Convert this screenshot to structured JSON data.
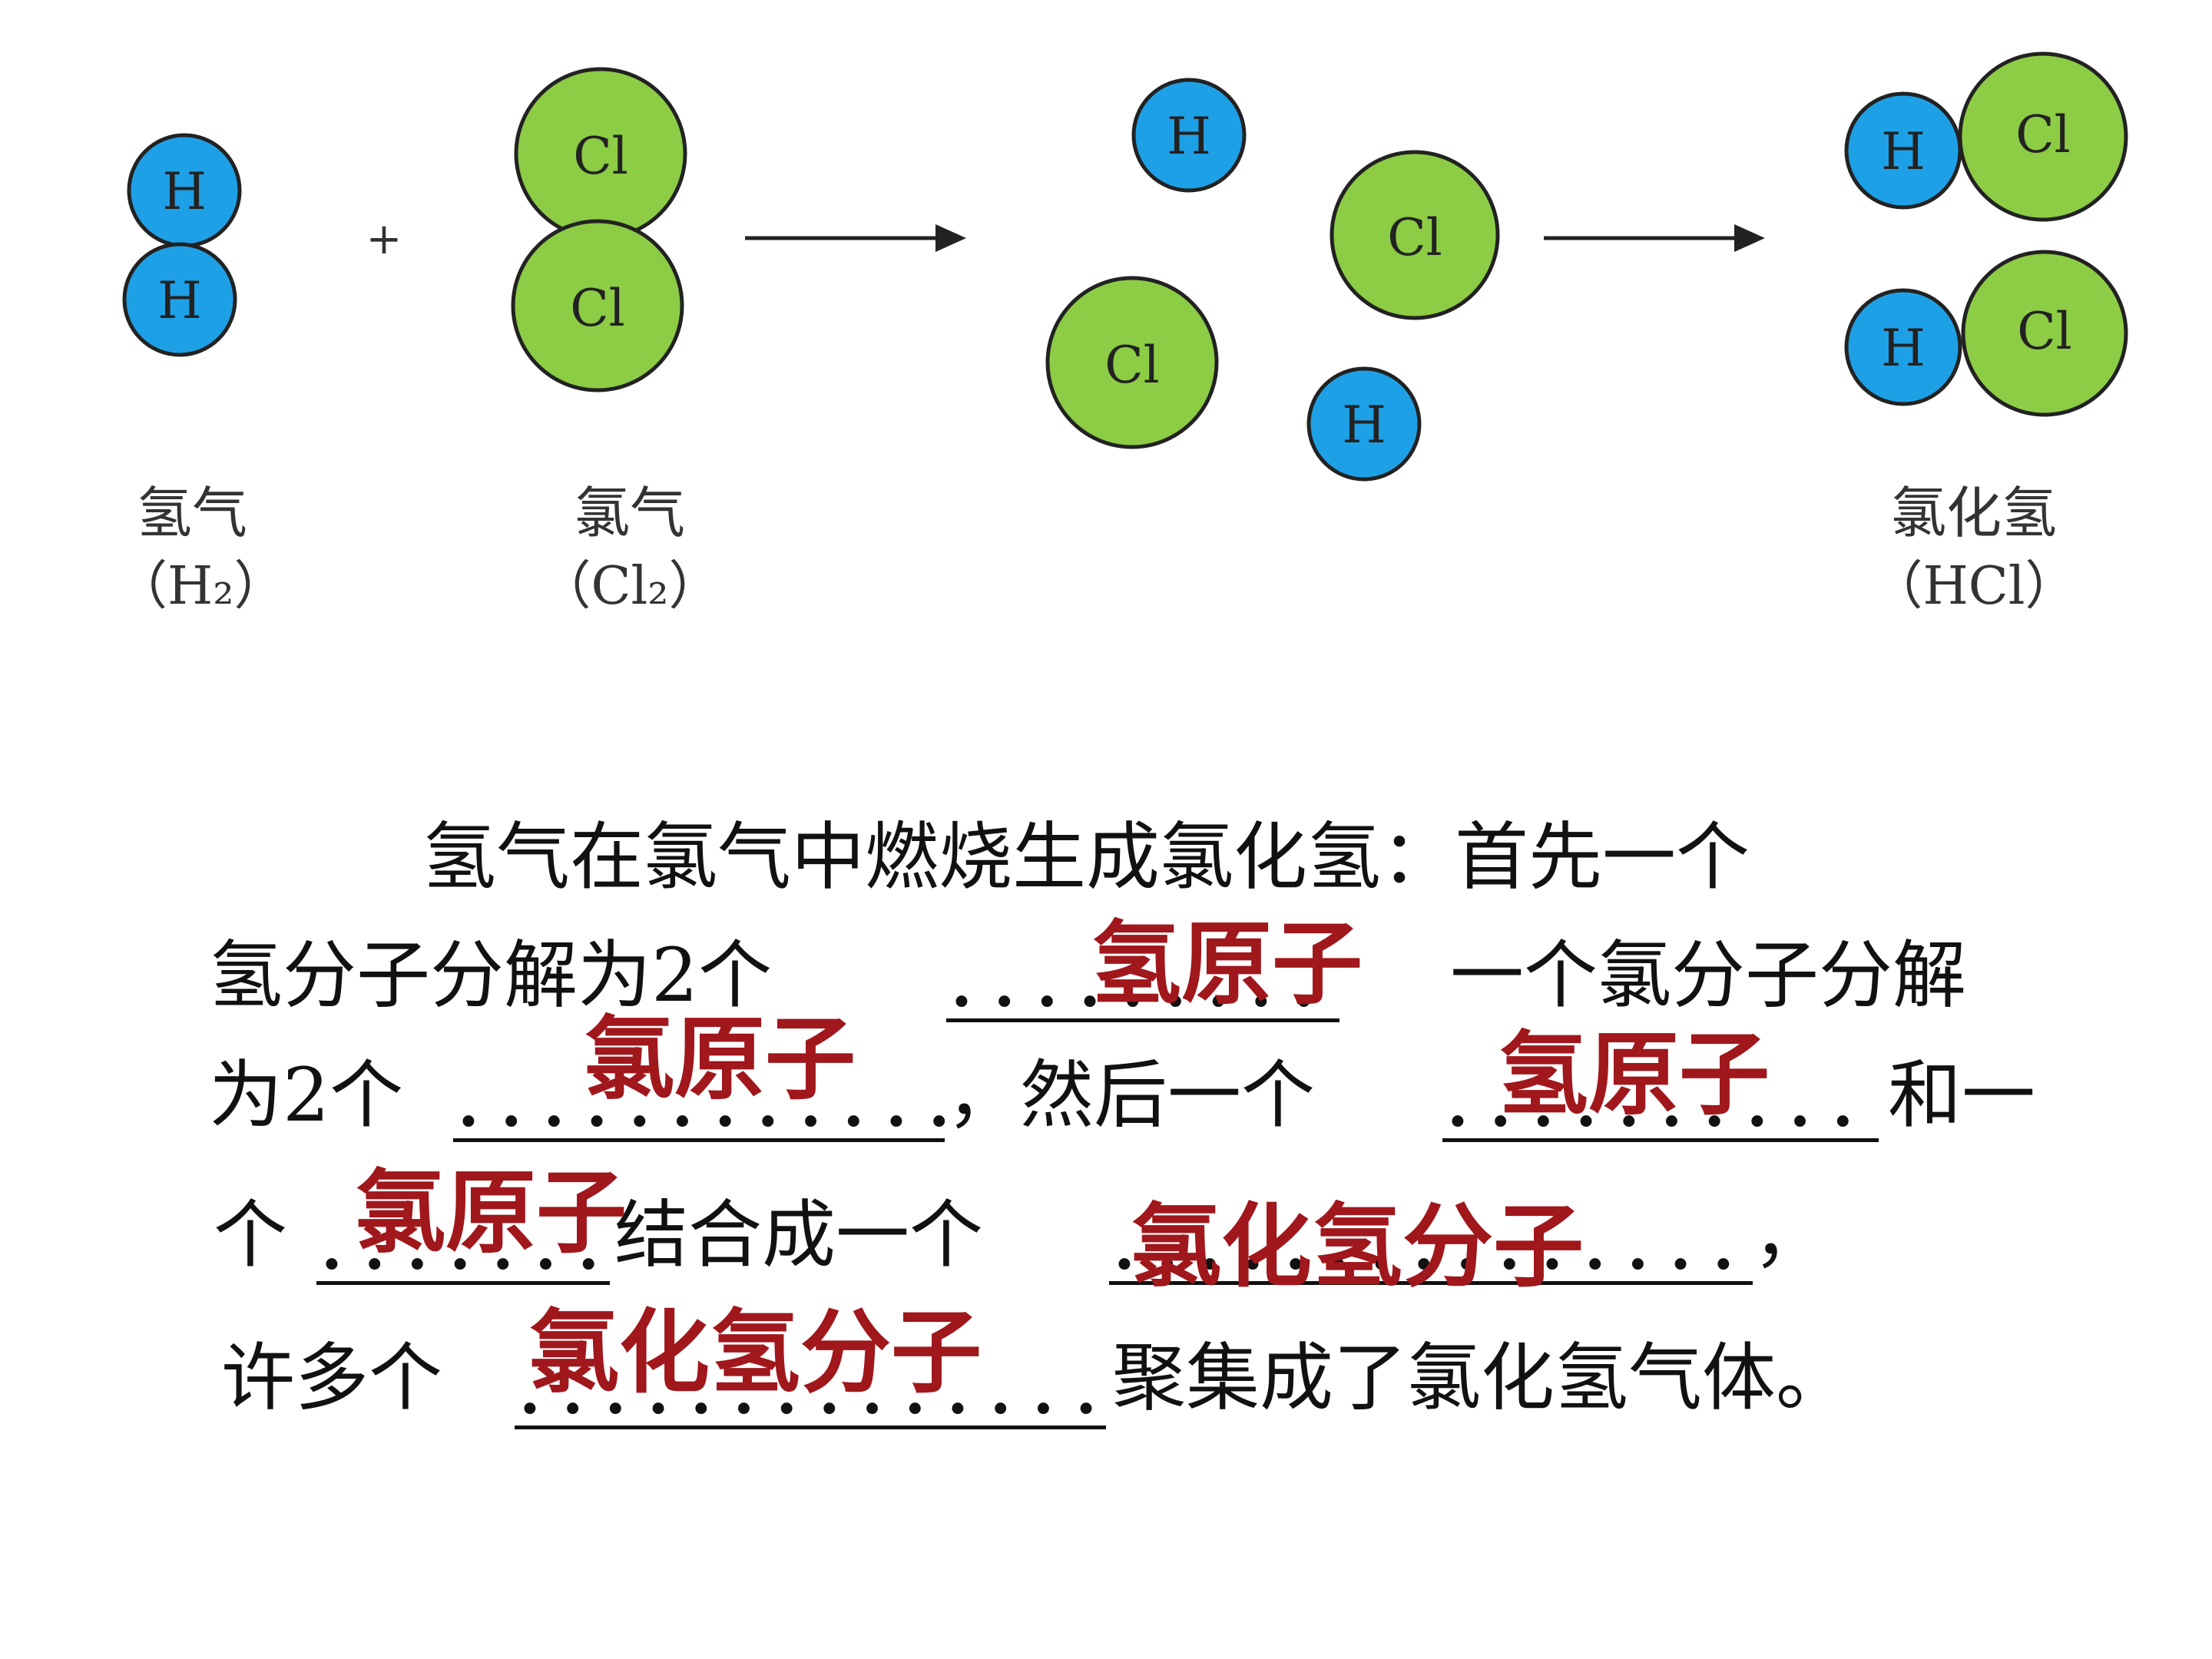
{
  "diagram": {
    "atoms": {
      "h": "H",
      "cl": "Cl"
    },
    "plus": "+",
    "labels": {
      "hydrogen": {
        "name": "氢气",
        "formula": "（H₂）"
      },
      "chlorine": {
        "name": "氯气",
        "formula": "（Cl₂）"
      },
      "hcl": {
        "name": "氯化氢",
        "formula": "（HCl）"
      }
    },
    "colors": {
      "hydrogen_fill": "#1ea0e6",
      "chlorine_fill": "#8dcc45",
      "outline": "#222222"
    }
  },
  "text": {
    "line1": "氢气在氯气中燃烧生成氯化氢：首先一个",
    "line2a": "氢分子分解为2个",
    "line2b": "一个氯分子分解",
    "line3a": "为2个",
    "line3b": "，然后一个",
    "line3c": "和一",
    "line4a": "个",
    "line4b": "结合成一个",
    "line4c": "，",
    "line5a": "许多个",
    "line5b": "聚集成了氯化氢气体。"
  },
  "answers": {
    "a1": "氢原子",
    "a2": "氯原子",
    "a3": "氢原子",
    "a4": "氯原子",
    "a5": "氯化氢分子",
    "a6": "氯化氢分子"
  }
}
